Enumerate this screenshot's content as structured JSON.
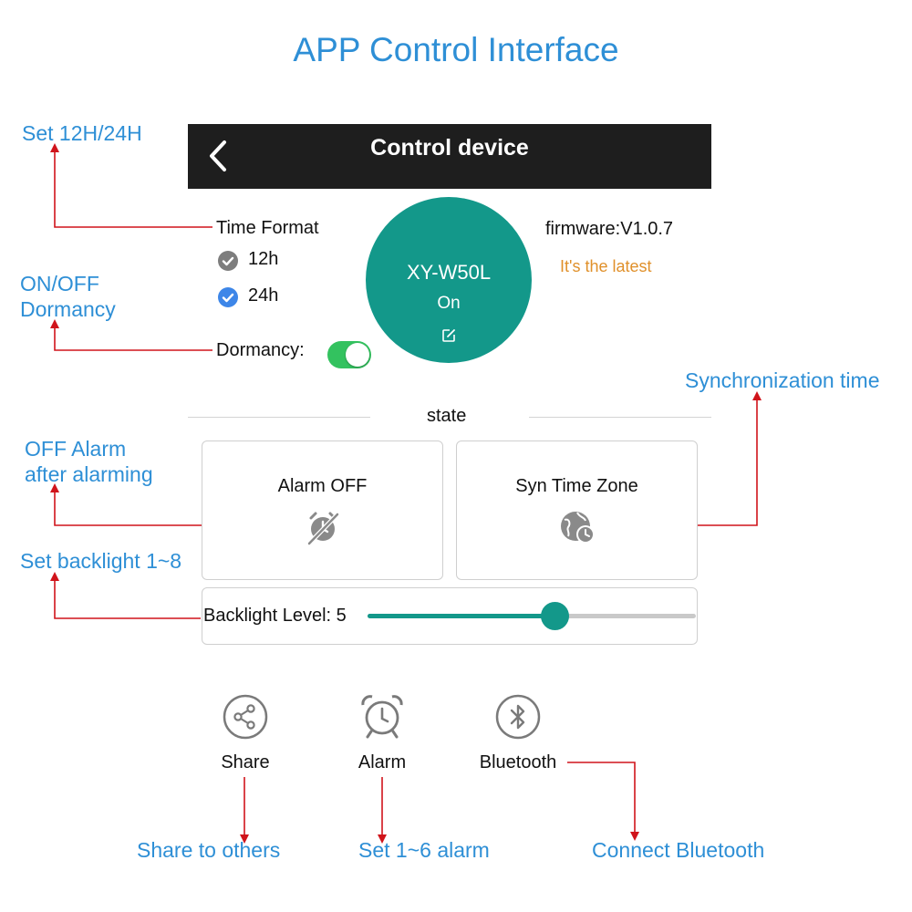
{
  "page_title": "APP Control Interface",
  "annotations": {
    "time_format": "Set 12H/24H",
    "dormancy_line1": "ON/OFF",
    "dormancy_line2": "Dormancy",
    "alarm_off_line1": "OFF Alarm",
    "alarm_off_line2": "after alarming",
    "backlight": "Set backlight 1~8",
    "sync_time": "Synchronization time",
    "share": "Share to others",
    "alarm": "Set 1~6 alarm",
    "bluetooth": "Connect Bluetooth"
  },
  "header": {
    "title": "Control device",
    "back_icon": "chevron-left-icon"
  },
  "time_format": {
    "label": "Time Format",
    "options": [
      {
        "label": "12h",
        "checked": true,
        "color": "#7d7d7d"
      },
      {
        "label": "24h",
        "checked": true,
        "color": "#3d86e8"
      }
    ]
  },
  "dormancy": {
    "label": "Dormancy:",
    "enabled": true,
    "color": "#33c25f"
  },
  "device": {
    "name": "XY-W50L",
    "state": "On",
    "edit_icon": "edit-icon",
    "color": "#13988a"
  },
  "firmware": {
    "label": "firmware:V1.0.7",
    "status": "It's the latest",
    "status_color": "#e0902a"
  },
  "state_section": {
    "label": "state"
  },
  "cards": {
    "alarm_off": {
      "label": "Alarm OFF",
      "icon": "alarm-off-icon"
    },
    "sync_time": {
      "label": "Syn Time Zone",
      "icon": "globe-clock-icon"
    }
  },
  "backlight": {
    "label": "Backlight Level: 5",
    "value": 5,
    "min": 1,
    "max": 8
  },
  "bottom_nav": [
    {
      "label": "Share",
      "icon": "share-icon"
    },
    {
      "label": "Alarm",
      "icon": "alarm-clock-icon"
    },
    {
      "label": "Bluetooth",
      "icon": "bluetooth-icon"
    }
  ],
  "colors": {
    "annotation": "#2e8fd6",
    "arrow": "#d0141b",
    "header_bg": "#1e1e1e",
    "accent": "#13988a"
  }
}
